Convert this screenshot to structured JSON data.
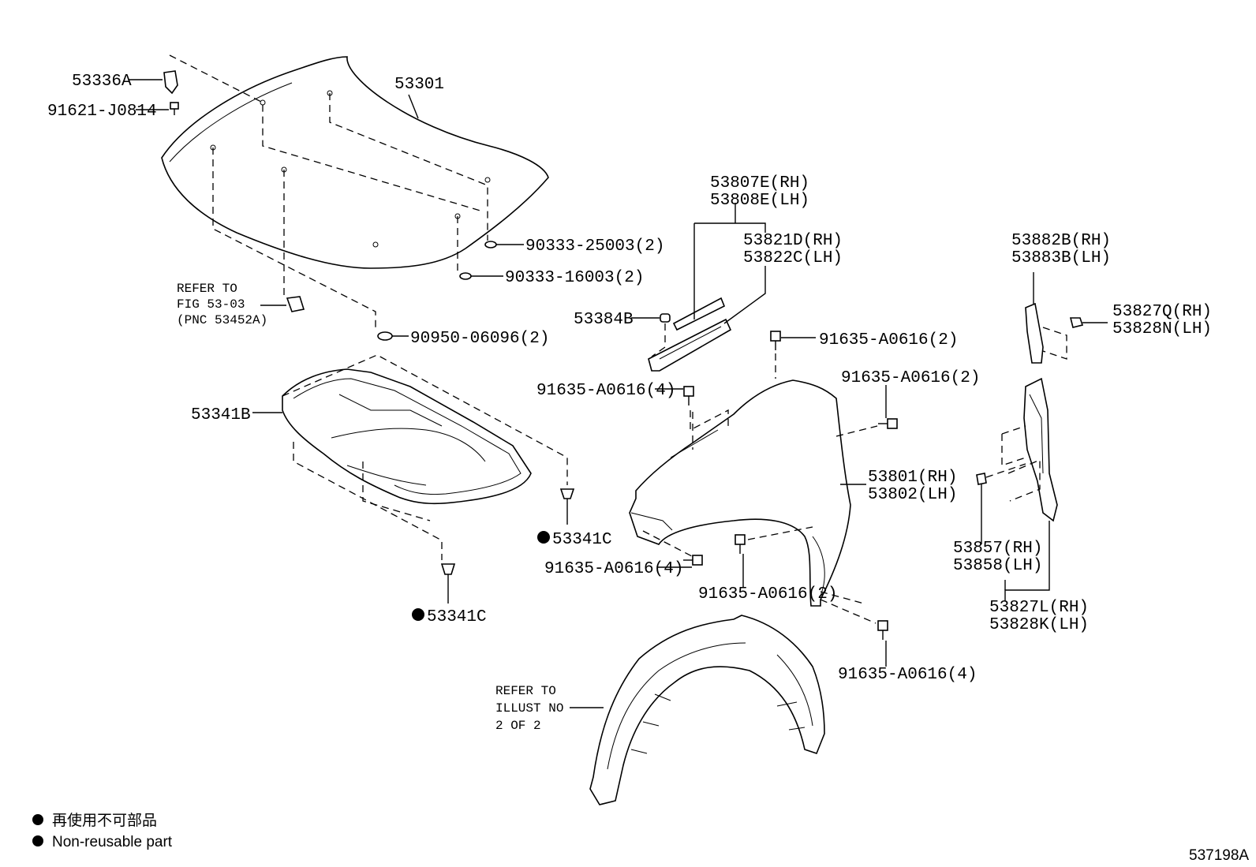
{
  "labels": {
    "p53336A": "53336A",
    "p91621": "91621-J0814",
    "p53301": "53301",
    "p90333_25003": "90333-25003(2)",
    "p90333_16003": "90333-16003(2)",
    "p90950": "90950-06096(2)",
    "ref1_l1": "REFER TO",
    "ref1_l2": "FIG 53-03",
    "ref1_l3": "(PNC 53452A)",
    "p53341B": "53341B",
    "p53341C_a": "53341C",
    "p53341C_b": "53341C",
    "p53807E": "53807E(RH)",
    "p53808E": "53808E(LH)",
    "p53821D": "53821D(RH)",
    "p53822C": "53822C(LH)",
    "p53384B": "53384B",
    "p91635_top": "91635-A0616(2)",
    "p91635_4a": "91635-A0616(4)",
    "p91635_right": "91635-A0616(2)",
    "p53801": "53801(RH)",
    "p53802": "53802(LH)",
    "p91635_4b": "91635-A0616(4)",
    "p91635_bottom": "91635-A0616(2)",
    "p91635_4c": "91635-A0616(4)",
    "p53882B": "53882B(RH)",
    "p53883B": "53883B(LH)",
    "p53827Q": "53827Q(RH)",
    "p53828N": "53828N(LH)",
    "p53857": "53857(RH)",
    "p53858": "53858(LH)",
    "p53827L": "53827L(RH)",
    "p53828K": "53828K(LH)",
    "ref2_l1": "REFER TO",
    "ref2_l2": "ILLUST NO",
    "ref2_l3": "2 OF 2"
  },
  "legend": {
    "japanese": "再使用不可部品",
    "english": "Non-reusable part"
  },
  "figure_id": "537198A"
}
